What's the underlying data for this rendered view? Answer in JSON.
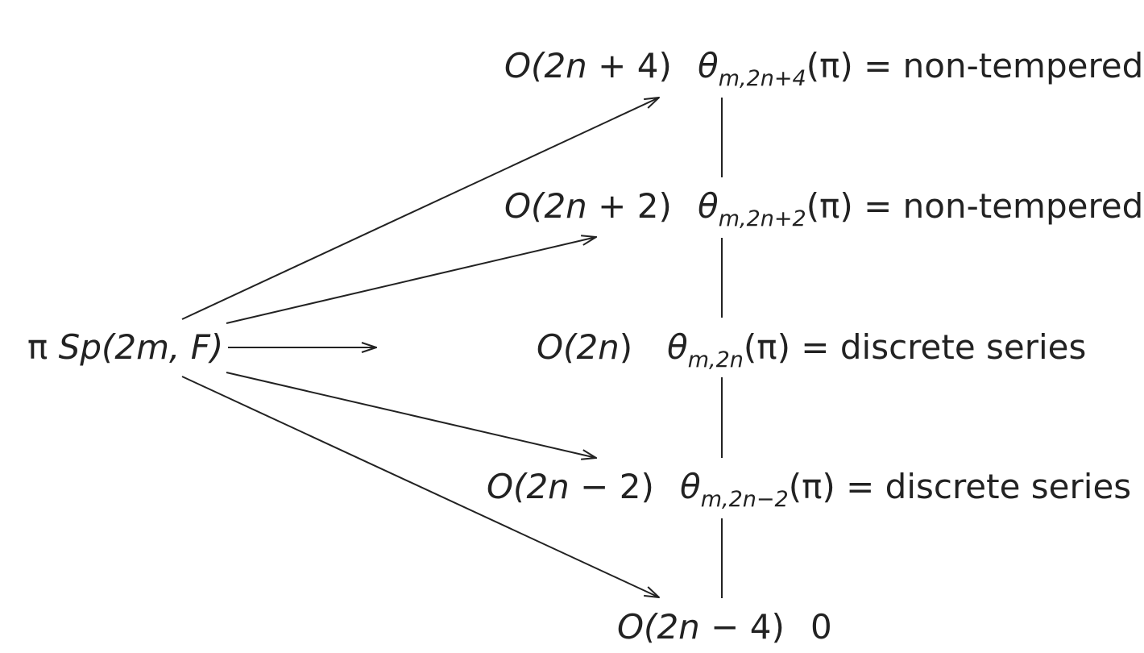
{
  "source": {
    "pi": "π",
    "group": "Sp(2m, F)"
  },
  "rows": [
    {
      "group_prefix": "O(2n",
      "group_op": " + ",
      "group_num": "4",
      "group_suffix": ")",
      "theta": "θ",
      "theta_sub": "m,2n+4",
      "theta_arg": "(π)",
      "equals": " = ",
      "result": "non-tempered"
    },
    {
      "group_prefix": "O(2n",
      "group_op": " + ",
      "group_num": "2",
      "group_suffix": ")",
      "theta": "θ",
      "theta_sub": "m,2n+2",
      "theta_arg": "(π)",
      "equals": " = ",
      "result": "non-tempered"
    },
    {
      "group_prefix": "O(2n",
      "group_op": "",
      "group_num": "",
      "group_suffix": ")",
      "theta": "θ",
      "theta_sub": "m,2n",
      "theta_arg": "(π)",
      "equals": " = ",
      "result": "discrete series"
    },
    {
      "group_prefix": "O(2n",
      "group_op": " − ",
      "group_num": "2",
      "group_suffix": ")",
      "theta": "θ",
      "theta_sub": "m,2n−2",
      "theta_arg": "(π)",
      "equals": " = ",
      "result": "discrete series"
    },
    {
      "group_prefix": "O(2n",
      "group_op": " − ",
      "group_num": "4",
      "group_suffix": ")",
      "zero": "0"
    }
  ]
}
